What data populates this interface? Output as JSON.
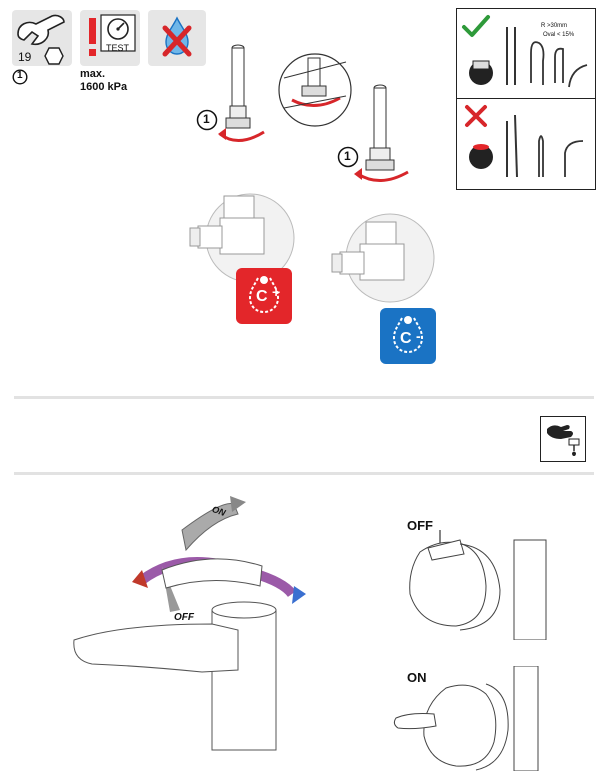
{
  "tools": {
    "wrench_size": "19",
    "step_circle": "1"
  },
  "pressure": {
    "test_label": "TEST",
    "max_label": "max.",
    "max_value": "1600 kPa"
  },
  "valves": {
    "step_left": "1",
    "step_right": "1",
    "hot_symbol": "C",
    "hot_sign": "+",
    "cold_symbol": "C",
    "cold_sign": "-"
  },
  "hose_panel": {
    "radius_label": "R >30mm",
    "oval_label": "Oval < 15%"
  },
  "lever": {
    "on_label": "ON",
    "off_label": "OFF"
  },
  "handle_states": {
    "off_label": "OFF",
    "on_label": "ON"
  },
  "colors": {
    "tile_bg": "#e6e6e6",
    "hot_red": "#e3262a",
    "cold_blue": "#1a73c4",
    "check_green": "#2e9a3a",
    "cross_red": "#d7262a",
    "divider": "#e2e2e2"
  }
}
